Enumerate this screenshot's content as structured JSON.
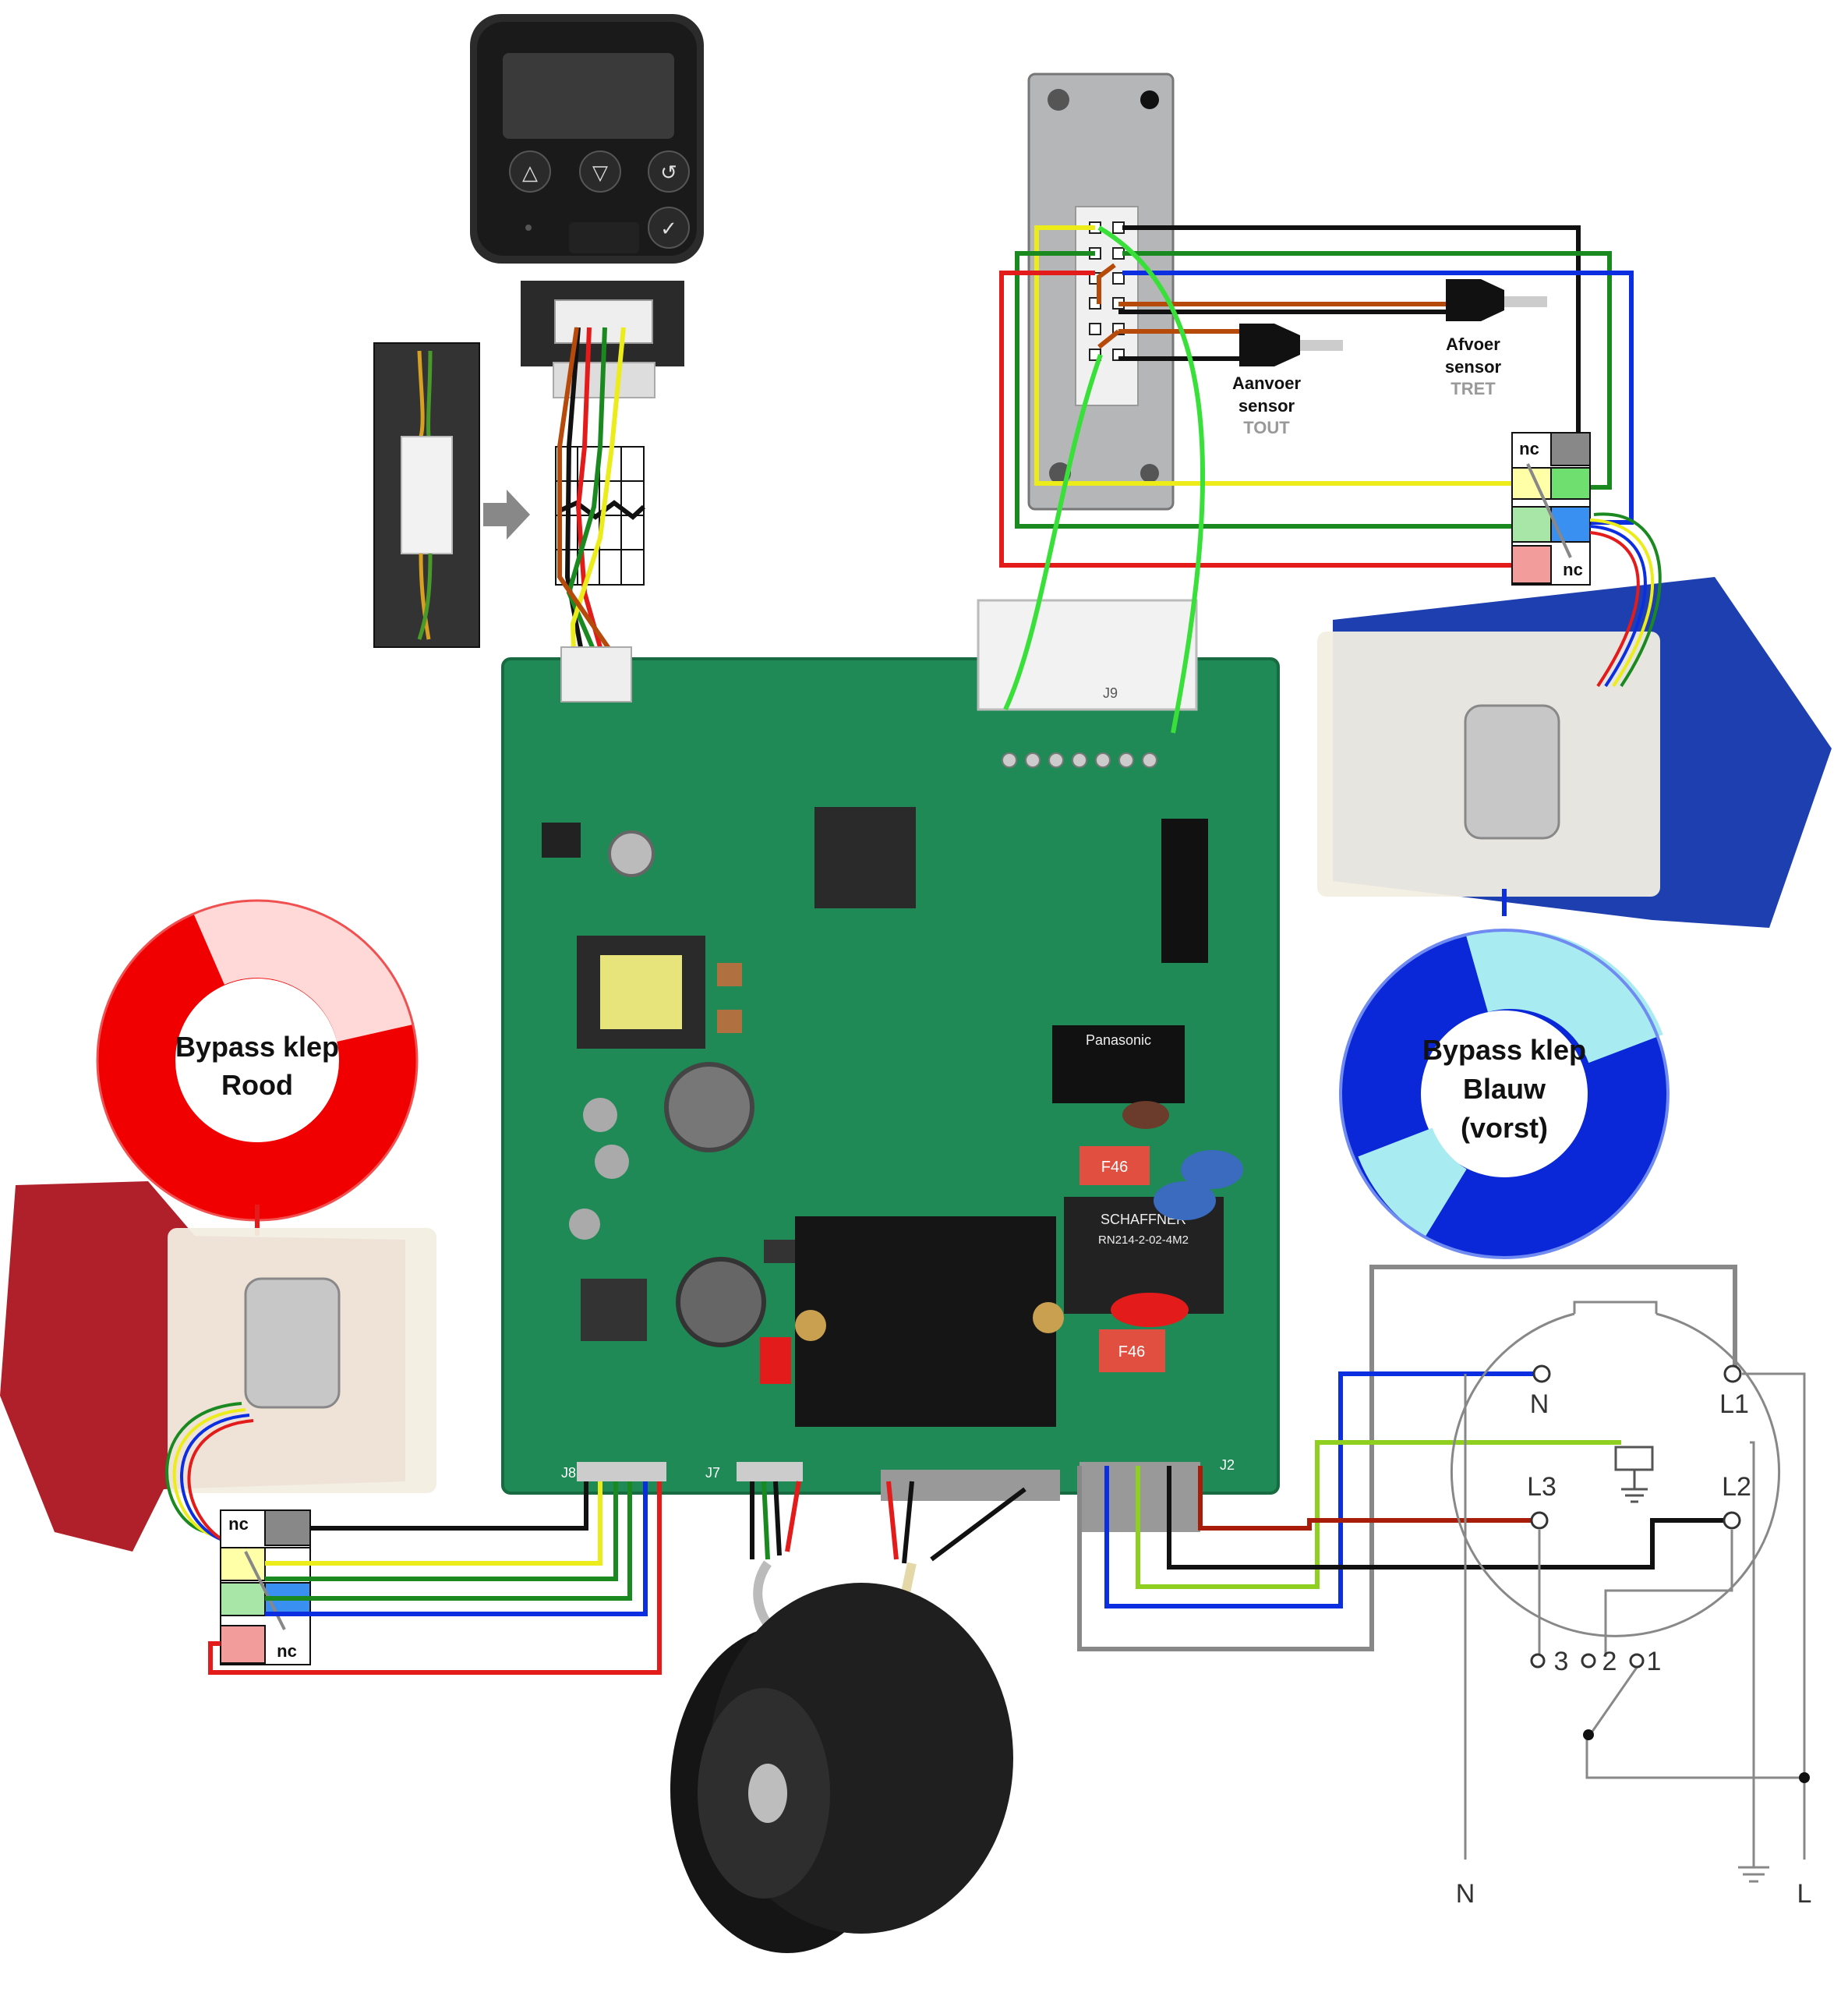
{
  "colors": {
    "red": "#e41b1b",
    "pink": "#f29c9c",
    "blue": "#0a2ee0",
    "light_blue": "#a8ecf2",
    "green": "#1a8a20",
    "yellow": "#ecec1a",
    "light_green": "#39e039",
    "brown": "#b64a0a",
    "black": "#111111",
    "grey": "#888888",
    "pcb": "#1f8a55"
  },
  "labels": {
    "afvoer_line1": "Afvoer",
    "afvoer_line2": "sensor",
    "afvoer_code": "TRET",
    "aanvoer_line1": "Aanvoer",
    "aanvoer_line2": "sensor",
    "aanvoer_code": "TOUT",
    "bypass_red_line1": "Bypass klep",
    "bypass_red_line2": "Rood",
    "bypass_blue_line1": "Bypass klep",
    "bypass_blue_line2": "Blauw",
    "bypass_blue_line3": "(vorst)",
    "nc": "nc",
    "switch_N": "N",
    "switch_L1": "L1",
    "switch_L2": "L2",
    "switch_L3": "L3",
    "pos_3": "3",
    "pos_2": "2",
    "pos_1": "1",
    "mains_N": "N",
    "mains_L": "L"
  },
  "components": {
    "controller": "control-panel",
    "pcb_labels": [
      "J8",
      "J7",
      "J9",
      "J2",
      "F46",
      "F46"
    ],
    "relay_brand": "Panasonic",
    "filter_brand": "SCHAFFNER",
    "filter_model": "RN214-2-02-4M2"
  }
}
